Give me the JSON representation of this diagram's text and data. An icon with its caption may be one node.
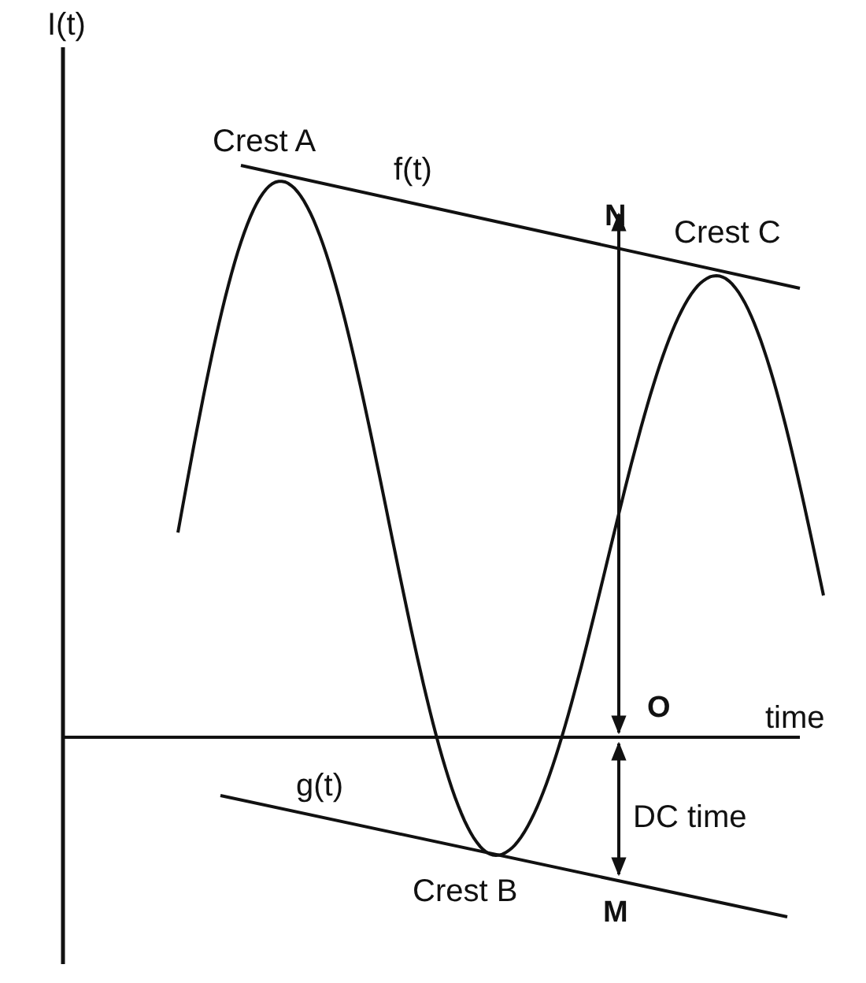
{
  "diagram": {
    "labels": [
      "I(t)",
      "Crest A",
      "f(t)",
      "N",
      "Crest C",
      "O",
      "time",
      "g(t)",
      "DC time",
      "Crest B",
      "M"
    ]
  }
}
